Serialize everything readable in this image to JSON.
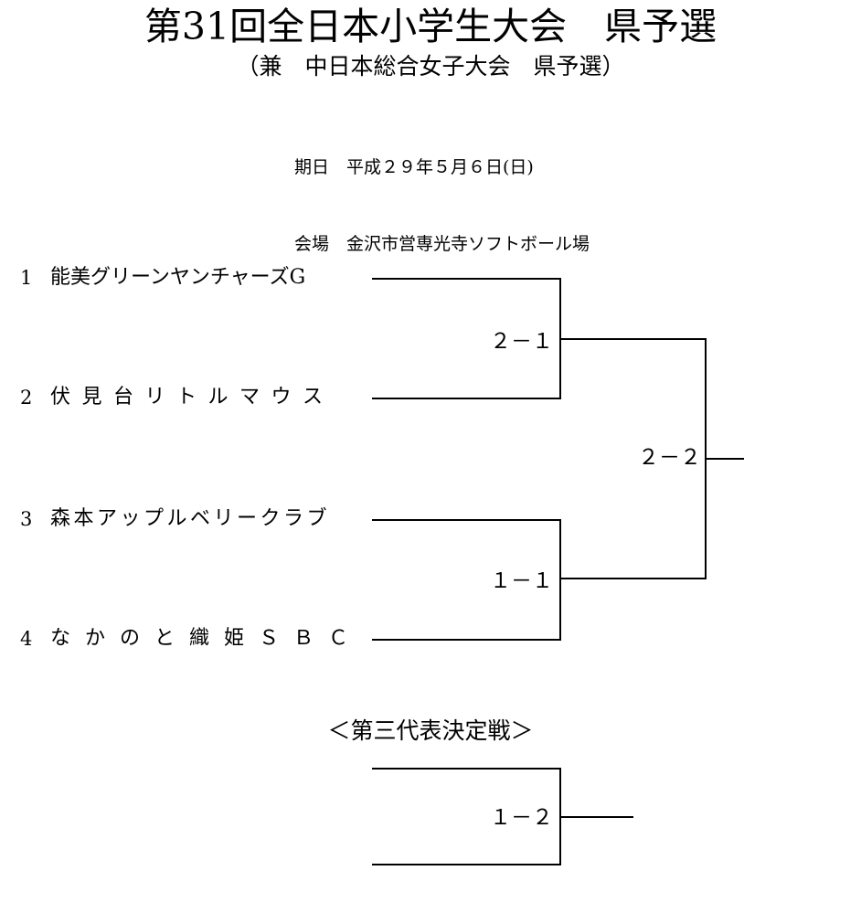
{
  "header": {
    "title": "第31回全日本小学生大会　県予選",
    "subtitle": "（兼　中日本総合女子大会　県予選）",
    "date_label": "期日",
    "date_value": "平成２９年５月６日(日)",
    "venue_label": "会場",
    "venue_value": "金沢市営専光寺ソフトボール場",
    "date_line": "期日　平成２９年５月６日(日)",
    "venue_line": "会場　金沢市営専光寺ソフトボール場"
  },
  "bracket": {
    "teams": [
      {
        "seed": "1",
        "name": "能美グリーンヤンチャーズG"
      },
      {
        "seed": "2",
        "name": "伏見台リトルマウス"
      },
      {
        "seed": "3",
        "name": "森本アップルベリークラブ"
      },
      {
        "seed": "4",
        "name": "なかのと織姫ＳＢＣ"
      }
    ],
    "matches": [
      {
        "id": "semifinal-upper",
        "score": "２－１"
      },
      {
        "id": "semifinal-lower",
        "score": "１－１"
      },
      {
        "id": "final",
        "score": "２－２"
      }
    ]
  },
  "playoff": {
    "title": "＜第三代表決定戦＞",
    "match": {
      "id": "third-rep-playoff",
      "score": "１－２"
    }
  },
  "colors": {
    "background": "#ffffff",
    "text": "#000000",
    "line": "#000000"
  }
}
